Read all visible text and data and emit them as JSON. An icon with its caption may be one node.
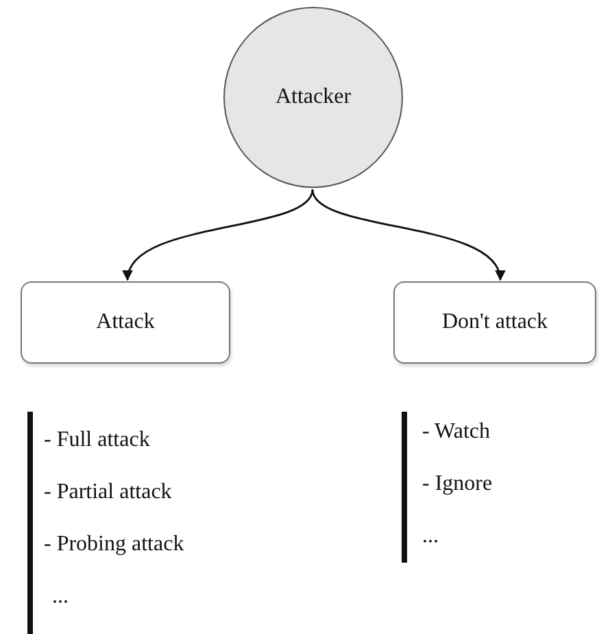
{
  "diagram": {
    "nodes": [
      {
        "text": [
          "Attacker"
        ]
      },
      {
        "text": [
          "Attack"
        ]
      },
      {
        "text": [
          "Don't attack"
        ]
      }
    ],
    "edges": [
      {
        "from": 0,
        "to": 1,
        "arrow": "to"
      },
      {
        "from": 0,
        "to": 2,
        "arrow": "to"
      }
    ],
    "labels": [
      "- Full attack",
      "- Partial attack",
      "- Probing attack",
      "...",
      "- Watch",
      "- Ignore",
      "..."
    ]
  }
}
